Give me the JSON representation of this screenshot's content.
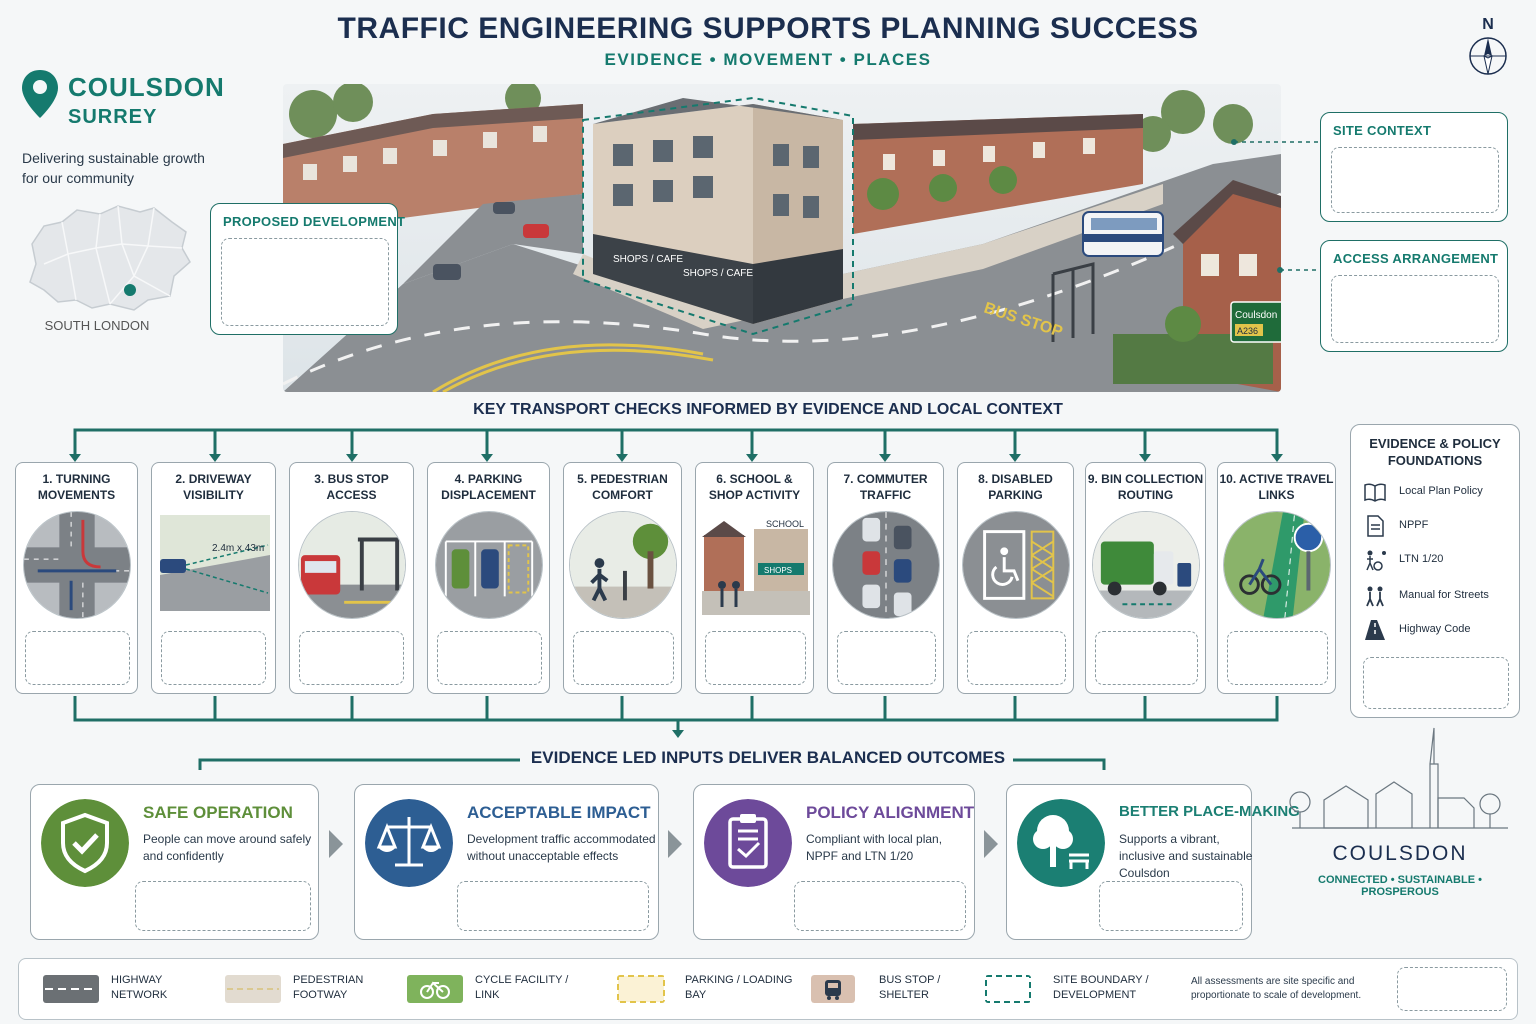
{
  "header": {
    "title": "TRAFFIC ENGINEERING SUPPORTS PLANNING SUCCESS",
    "subtitle": "EVIDENCE • MOVEMENT • PLACES",
    "compass_label": "N"
  },
  "location": {
    "town": "COULSDON",
    "county": "SURREY",
    "tagline": "Delivering sustainable growth for our community",
    "map_label": "SOUTH LONDON"
  },
  "scene": {
    "shop_sign_1": "SHOPS / CAFE",
    "shop_sign_2": "SHOPS / CAFE",
    "road_marking": "BUS STOP",
    "direction_sign": "Coulsdon",
    "direction_sign_road": "A236"
  },
  "callouts": {
    "proposed_development": "PROPOSED DEVELOPMENT",
    "site_context": "SITE CONTEXT",
    "access_arrangement": "ACCESS ARRANGEMENT"
  },
  "checks": {
    "heading": "KEY TRANSPORT CHECKS INFORMED BY EVIDENCE AND LOCAL CONTEXT",
    "items": [
      {
        "line1": "1. TURNING",
        "line2": "MOVEMENTS",
        "icon": "junction-icon"
      },
      {
        "line1": "2. DRIVEWAY",
        "line2": "VISIBILITY",
        "icon": "visibility-splay-icon",
        "note": "2.4m x 43m"
      },
      {
        "line1": "3. BUS STOP",
        "line2": "ACCESS",
        "icon": "bus-stop-icon"
      },
      {
        "line1": "4. PARKING",
        "line2": "DISPLACEMENT",
        "icon": "parking-bays-icon"
      },
      {
        "line1": "5. PEDESTRIAN",
        "line2": "COMFORT",
        "icon": "pedestrian-icon"
      },
      {
        "line1": "6. SCHOOL &",
        "line2": "SHOP ACTIVITY",
        "icon": "school-shops-icon",
        "sign_school": "SCHOOL",
        "sign_shops": "SHOPS"
      },
      {
        "line1": "7. COMMUTER",
        "line2": "TRAFFIC",
        "icon": "commuter-traffic-icon"
      },
      {
        "line1": "8. DISABLED",
        "line2": "PARKING",
        "icon": "disabled-bay-icon"
      },
      {
        "line1": "9. BIN COLLECTION",
        "line2": "ROUTING",
        "icon": "refuse-truck-icon"
      },
      {
        "line1": "10. ACTIVE TRAVEL",
        "line2": "LINKS",
        "icon": "cycle-lane-icon"
      }
    ]
  },
  "policy": {
    "title_line1": "EVIDENCE & POLICY",
    "title_line2": "FOUNDATIONS",
    "items": [
      {
        "label": "Local Plan Policy",
        "icon": "book-icon"
      },
      {
        "label": "NPPF",
        "icon": "document-icon"
      },
      {
        "label": "LTN 1/20",
        "icon": "cyclist-pedestrian-icon"
      },
      {
        "label": "Manual for Streets",
        "icon": "people-icon"
      },
      {
        "label": "Highway Code",
        "icon": "road-icon"
      }
    ]
  },
  "outcomes": {
    "heading": "EVIDENCE LED INPUTS DELIVER BALANCED OUTCOMES",
    "items": [
      {
        "title": "SAFE OPERATION",
        "desc": "People can move around safely and confidently",
        "color": "#5e8f3a",
        "icon": "shield-check-icon"
      },
      {
        "title": "ACCEPTABLE IMPACT",
        "desc": "Development traffic accommodated without unacceptable effects",
        "color": "#2d5e93",
        "icon": "scales-icon"
      },
      {
        "title": "POLICY ALIGNMENT",
        "desc": "Compliant with local plan, NPPF and LTN 1/20",
        "color": "#6d4a9a",
        "icon": "clipboard-check-icon"
      },
      {
        "title": "BETTER PLACE-MAKING",
        "desc": "Supports a vibrant, inclusive and sustainable Coulsdon",
        "color": "#1b7f73",
        "icon": "tree-bench-icon"
      }
    ]
  },
  "townmark": {
    "name": "COULSDON",
    "tagline": "CONNECTED • SUSTAINABLE • PROSPEROUS"
  },
  "legend": {
    "items": [
      {
        "line1": "HIGHWAY",
        "line2": "NETWORK",
        "icon": "highway-swatch"
      },
      {
        "line1": "PEDESTRIAN",
        "line2": "FOOTWAY",
        "icon": "footway-swatch"
      },
      {
        "line1": "CYCLE FACILITY /",
        "line2": "LINK",
        "icon": "bicycle-icon"
      },
      {
        "line1": "PARKING / LOADING",
        "line2": "BAY",
        "icon": "parking-bay-swatch"
      },
      {
        "line1": "BUS STOP /",
        "line2": "SHELTER",
        "icon": "bus-icon"
      },
      {
        "line1": "SITE BOUNDARY /",
        "line2": "DEVELOPMENT",
        "icon": "site-boundary-swatch"
      }
    ],
    "note": "All assessments are site specific and proportionate to scale of development."
  }
}
